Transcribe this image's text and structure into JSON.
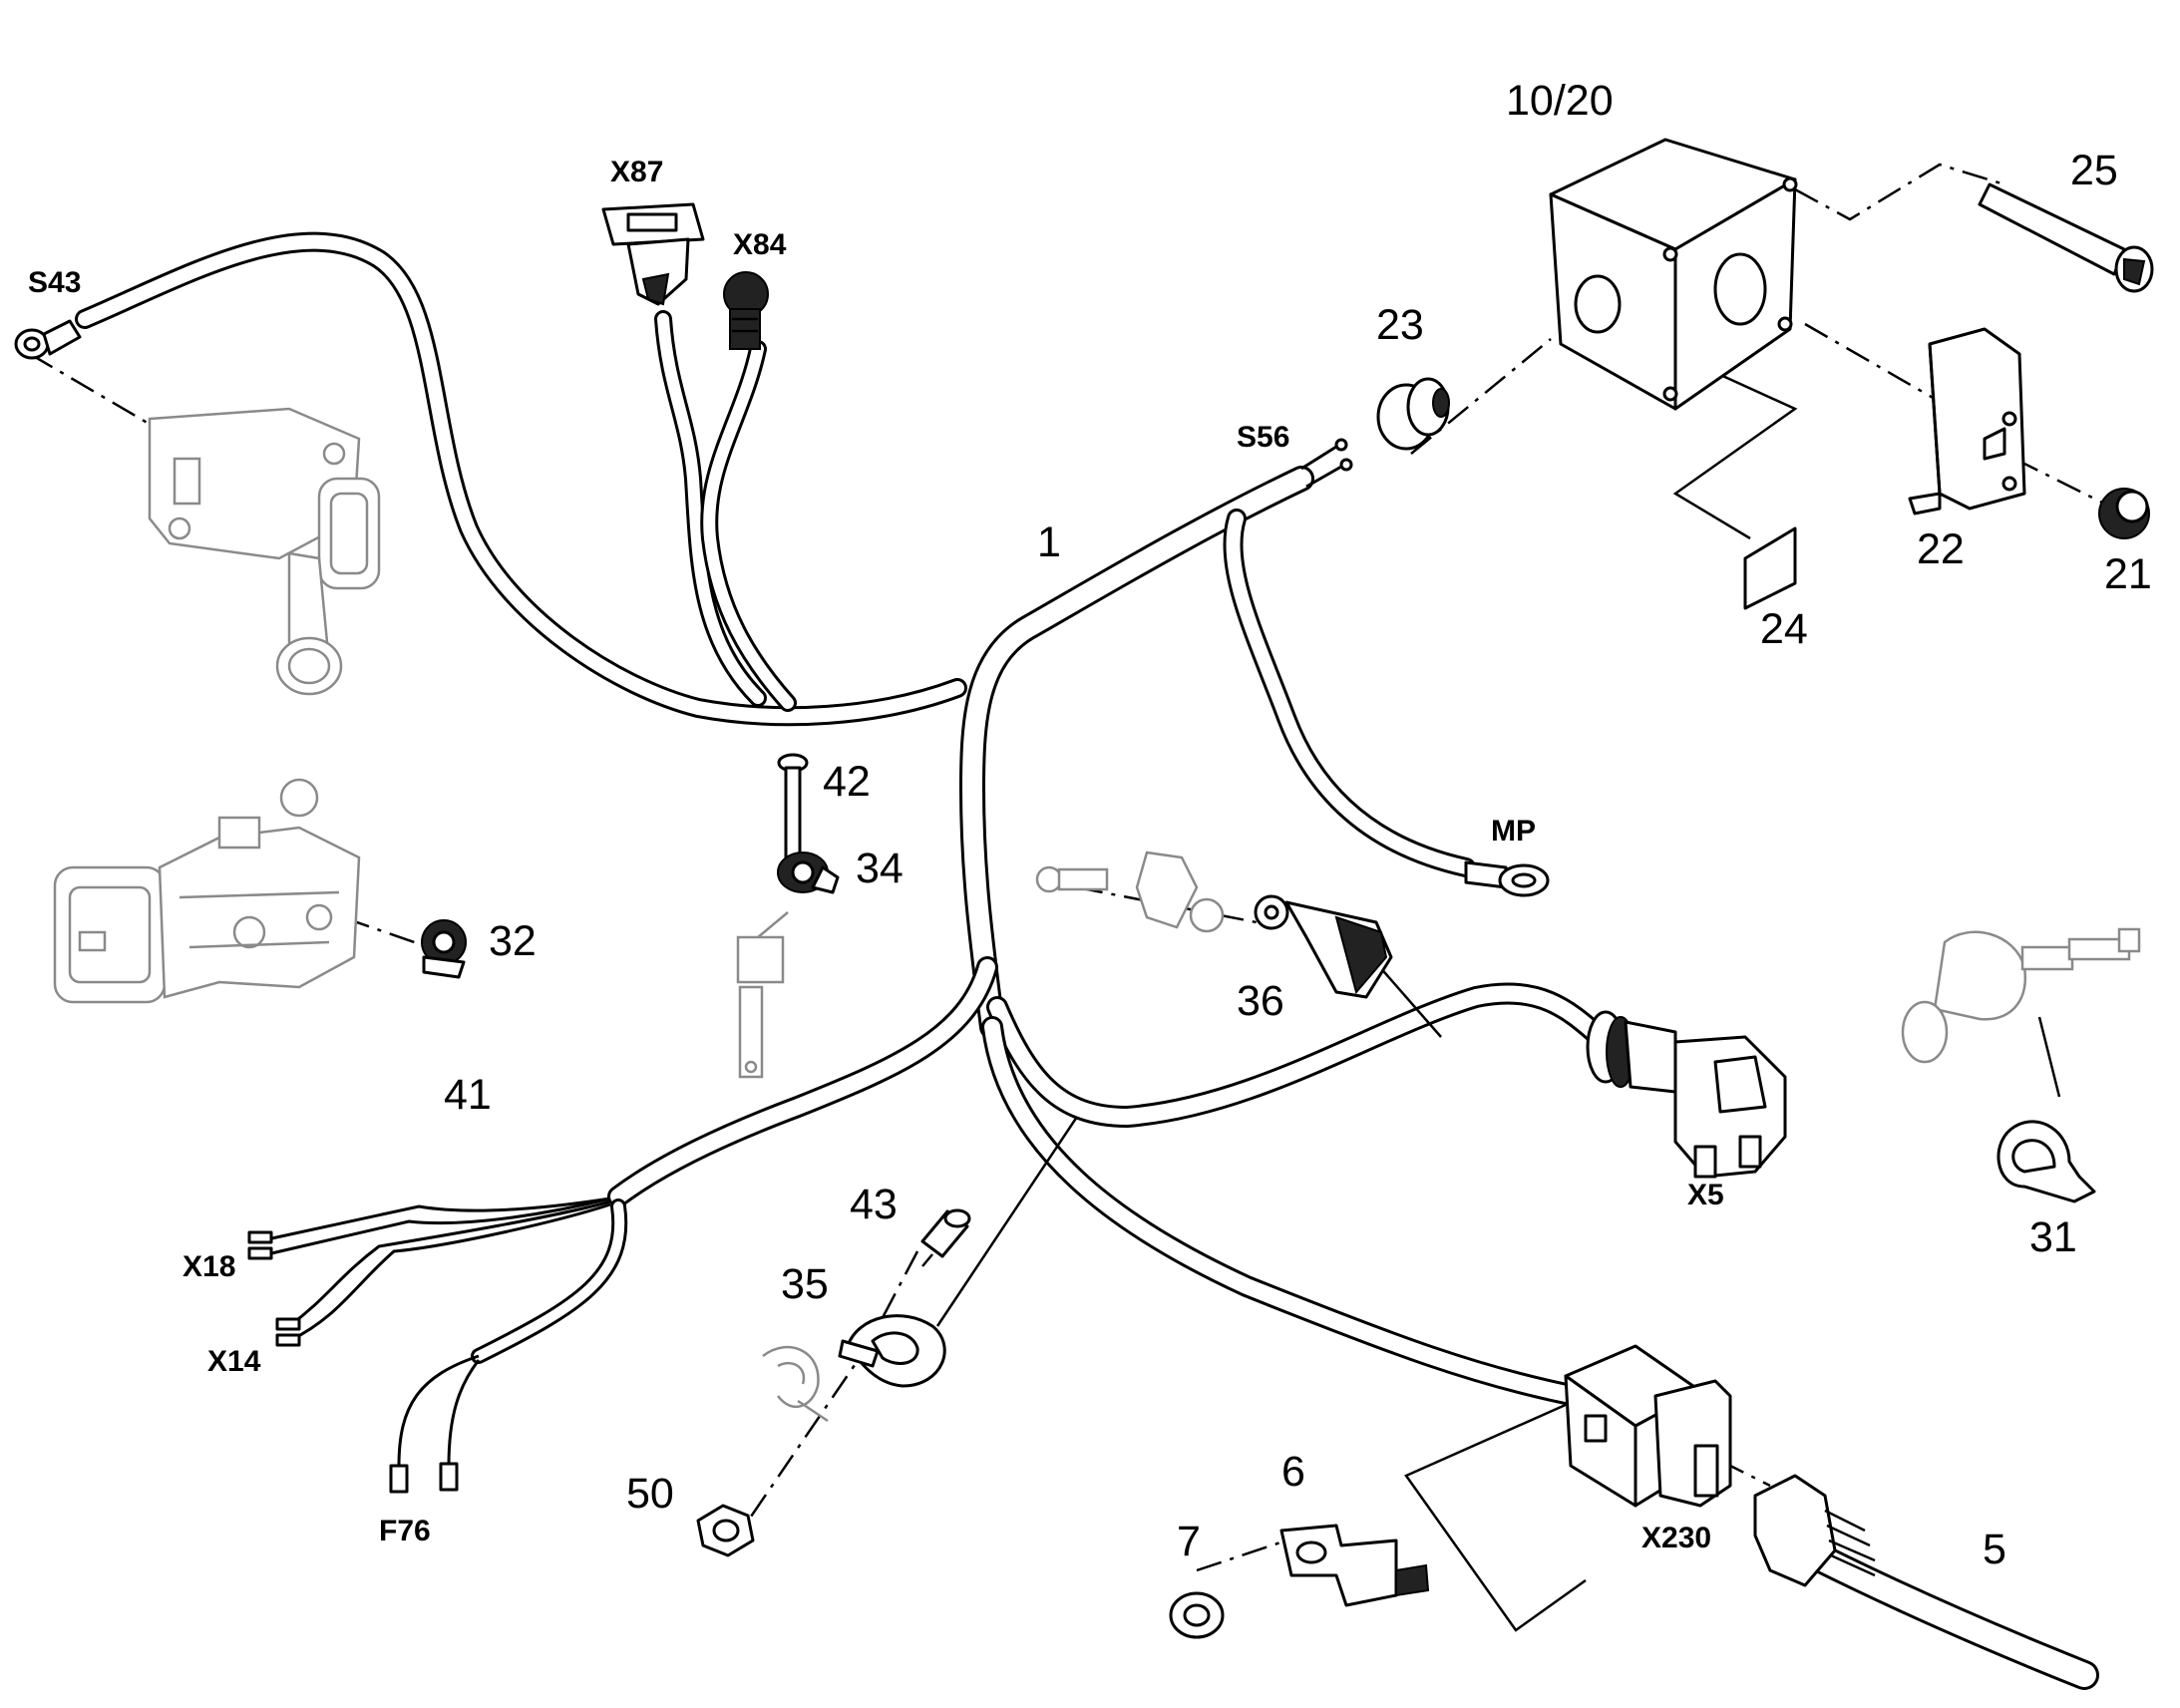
{
  "part_numbers": {
    "p1": "1",
    "p5": "5",
    "p6": "6",
    "p7": "7",
    "p10_20": "10/20",
    "p21": "21",
    "p22": "22",
    "p23": "23",
    "p24": "24",
    "p25": "25",
    "p31": "31",
    "p32": "32",
    "p34": "34",
    "p35": "35",
    "p36": "36",
    "p41": "41",
    "p42": "42",
    "p43": "43",
    "p50": "50"
  },
  "connector_codes": {
    "s43": "S43",
    "x87": "X87",
    "x84": "X84",
    "s56": "S56",
    "mp": "MP",
    "x5": "X5",
    "x18": "X18",
    "x14": "X14",
    "f76": "F76",
    "x230": "X230"
  }
}
